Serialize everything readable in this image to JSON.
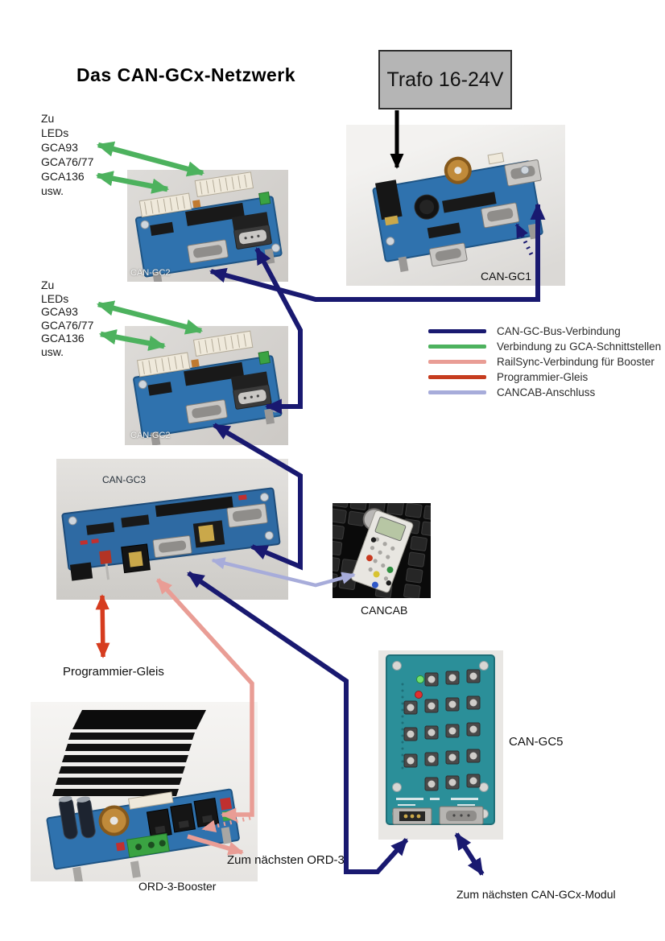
{
  "title": "Das CAN-GCx-Netzwerk",
  "trafo": {
    "label": "Trafo 16-24V"
  },
  "gca": [
    "Zu",
    "LEDs",
    "GCA93",
    "GCA76/77",
    "GCA136",
    "usw."
  ],
  "boards": {
    "gc2a": {
      "label": "CAN-GC2"
    },
    "gc1": {
      "label": "CAN-GC1"
    },
    "gc2b": {
      "label": "CAN-GC2"
    },
    "gc3": {
      "label": "CAN-GC3"
    },
    "cancab": {
      "label": "CANCAB"
    },
    "gc5": {
      "label": "CAN-GC5"
    },
    "ord3": {
      "label": "ORD-3-Booster"
    }
  },
  "legend": {
    "items": [
      {
        "label": "CAN-GC-Bus-Verbindung",
        "color": "#191970"
      },
      {
        "label": "Verbindung zu GCA-Schnittstellen",
        "color": "#4db25e"
      },
      {
        "label": "RailSync-Verbindung für Booster",
        "color": "#e99d95"
      },
      {
        "label": "Programmier-Gleis",
        "color": "#c63c1f"
      },
      {
        "label": "CANCAB-Anschluss",
        "color": "#a7acda"
      }
    ]
  },
  "annotations": {
    "programmier_gleis": "Programmier-Gleis",
    "zum_naechsten_ord3": "Zum nächsten ORD-3",
    "zum_naechsten_modul": "Zum nächsten CAN-GCx-Modul"
  },
  "arrow_colors": {
    "bus": "#191970",
    "gca": "#4db25e",
    "railsync": "#e99d95",
    "programmier": "#d63c1f",
    "cancab": "#a7acda",
    "power": "#000000"
  }
}
